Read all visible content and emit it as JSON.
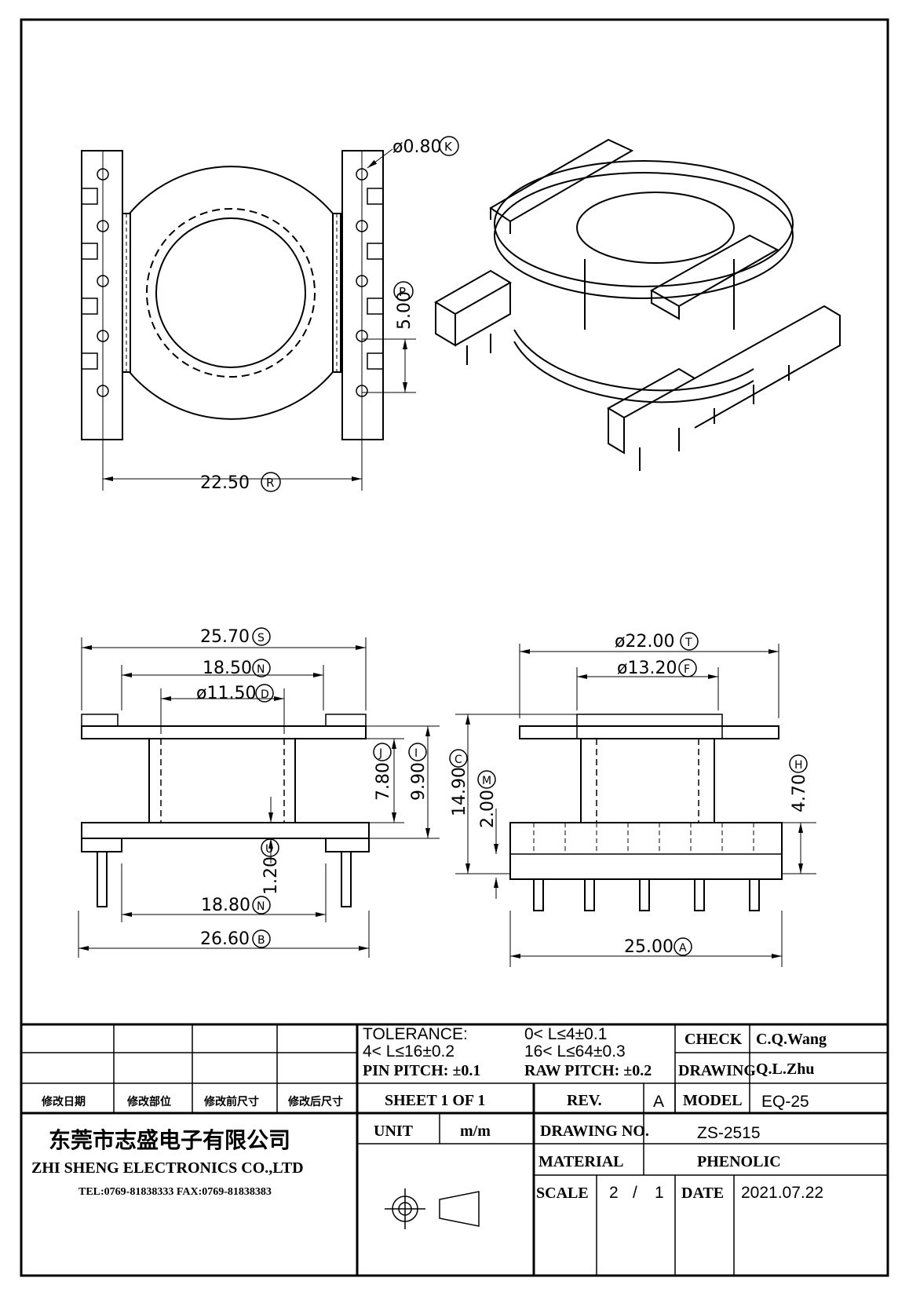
{
  "dimensions": {
    "top_left": {
      "pin_hole": {
        "value": "ø0.80",
        "ref": "K"
      },
      "pin_pitch": {
        "value": "5.00",
        "ref": "P"
      },
      "row_spacing": {
        "value": "22.50",
        "ref": "R"
      }
    },
    "front": {
      "top_width": {
        "value": "25.70",
        "ref": "S"
      },
      "inner_width": {
        "value": "18.50",
        "ref": "N"
      },
      "core_dia": {
        "value": "ø11.50",
        "ref": "D"
      },
      "winding_height": {
        "value": "7.80",
        "ref": "J"
      },
      "flange_height": {
        "value": "9.90",
        "ref": "I"
      },
      "flange_thk": {
        "value": "1.20",
        "ref": "U"
      },
      "bottom_inner": {
        "value": "18.80",
        "ref": "N"
      },
      "bottom_width": {
        "value": "26.60",
        "ref": "B"
      }
    },
    "side": {
      "outer_dia": {
        "value": "ø22.00",
        "ref": "T"
      },
      "inner_dia": {
        "value": "ø13.20",
        "ref": "F"
      },
      "total_height": {
        "value": "14.90",
        "ref": "C"
      },
      "base_height": {
        "value": "2.00",
        "ref": "M"
      },
      "pin_height": {
        "value": "4.70",
        "ref": "H"
      },
      "base_width": {
        "value": "25.00",
        "ref": "A"
      }
    }
  },
  "title_block": {
    "revision_headers": [
      "修改日期",
      "修改部位",
      "修改前尺寸",
      "修改后尺寸"
    ],
    "tolerance_title": "TOLERANCE:",
    "tolerance_1": "0< L≤4±0.1",
    "tolerance_2": "4< L≤16±0.2",
    "tolerance_3": "16< L≤64±0.3",
    "tolerance_4": "PIN  PITCH: ±0.1",
    "tolerance_5": "RAW  PITCH: ±0.2",
    "check_label": "CHECK",
    "check_value": "C.Q.Wang",
    "drawing_label": "DRAWING",
    "drawing_value": "Q.L.Zhu",
    "sheet": "SHEET  1  OF  1",
    "rev_label": "REV.",
    "rev_value": "A",
    "model_label": "MODEL",
    "model_value": "EQ-25",
    "company_cn": "东莞市志盛电子有限公司",
    "company_en": "ZHI SHENG  ELECTRONICS CO.,LTD",
    "company_tel": "TEL:0769-81838333 FAX:0769-81838383",
    "unit_label": "UNIT",
    "unit_value": "m/m",
    "drawing_no_label": "DRAWING  NO.",
    "drawing_no_value": "ZS-2515",
    "material_label": "MATERIAL",
    "material_value": "PHENOLIC",
    "scale_label": "SCALE",
    "scale_num": "2",
    "scale_sep": "/",
    "scale_den": "1",
    "date_label": "DATE",
    "date_value": "2021.07.22"
  }
}
